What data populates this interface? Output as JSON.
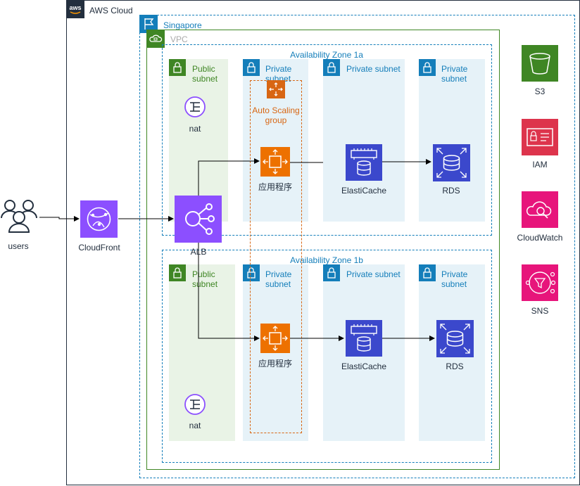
{
  "aws_cloud": {
    "label": "AWS Cloud",
    "logo": "aws"
  },
  "region": {
    "label": "Singapore"
  },
  "vpc": {
    "label": "VPC"
  },
  "zones": [
    {
      "label": "Availability Zone 1a",
      "subnets": [
        {
          "label": "Public subnet",
          "type": "public"
        },
        {
          "label": "Private subnet",
          "type": "private"
        },
        {
          "label": "Private subnet",
          "type": "private"
        },
        {
          "label": "Private subnet",
          "type": "private"
        }
      ],
      "nat": "nat",
      "app": "应用程序",
      "cache": "ElastiCache",
      "db": "RDS"
    },
    {
      "label": "Availability Zone 1b",
      "subnets": [
        {
          "label": "Public subnet",
          "type": "public"
        },
        {
          "label": "Private subnet",
          "type": "private"
        },
        {
          "label": "Private subnet",
          "type": "private"
        },
        {
          "label": "Private subnet",
          "type": "private"
        }
      ],
      "nat": "nat",
      "app": "应用程序",
      "cache": "ElastiCache",
      "db": "RDS"
    }
  ],
  "auto_scaling": {
    "label": "Auto Scaling group"
  },
  "alb": {
    "label": "ALB"
  },
  "users": {
    "label": "users"
  },
  "cloudfront": {
    "label": "CloudFront"
  },
  "services": [
    {
      "label": "S3",
      "icon": "s3-bucket-icon",
      "color": "#3f8624"
    },
    {
      "label": "IAM",
      "icon": "iam-icon",
      "color": "#dd344c"
    },
    {
      "label": "CloudWatch",
      "icon": "cloudwatch-icon",
      "color": "#e7157b"
    },
    {
      "label": "SNS",
      "icon": "sns-icon",
      "color": "#e7157b"
    }
  ],
  "colors": {
    "aws_border": "#232f3e",
    "region_border": "#147eba",
    "vpc_border": "#3f8624",
    "zone_border": "#147eba",
    "public_fill": "#e9f3e6",
    "private_fill": "#e6f2f8",
    "public_accent": "#3f8624",
    "private_accent": "#147eba",
    "autoscaling": "#d86613",
    "compute": "#ed7100",
    "database": "#3b48cc",
    "networking": "#8c4fff"
  }
}
